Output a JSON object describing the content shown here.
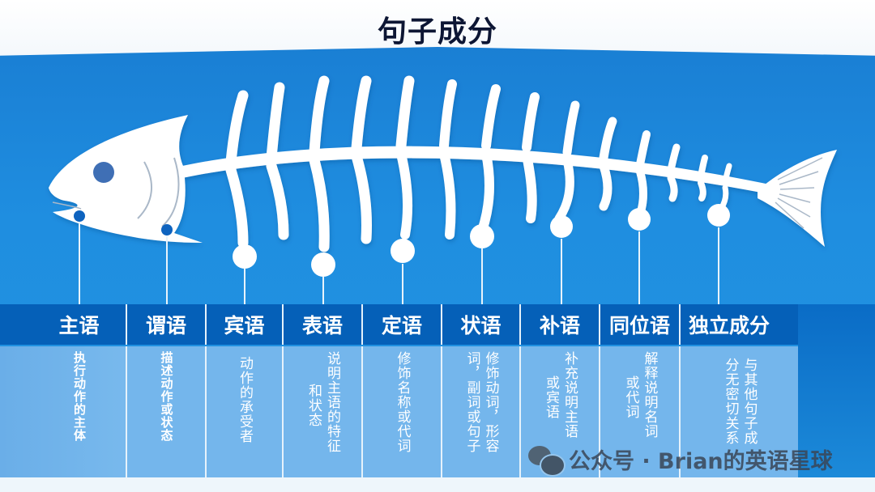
{
  "title": "句子成分",
  "colors": {
    "title": "#0d1634",
    "background_blue": "#1f8ee0",
    "header_blue": "#0560b8",
    "body_blue": "#74b6ec",
    "bone_white": "#ffffff",
    "eye": "#3f6fb5",
    "head_dot": "#0e63bf"
  },
  "components": [
    {
      "label": "主语",
      "lines": [
        "执行动作的主体"
      ],
      "bold": true
    },
    {
      "label": "谓语",
      "lines": [
        "描述动作或状态"
      ],
      "bold": true
    },
    {
      "label": "宾语",
      "lines": [
        "动作的承受者"
      ],
      "bold": false
    },
    {
      "label": "表语",
      "lines": [
        "说明主语的特征",
        "和状态"
      ],
      "bold": false
    },
    {
      "label": "定语",
      "lines": [
        "修饰名称或代词"
      ],
      "bold": false
    },
    {
      "label": "状语",
      "lines": [
        "修饰动词，形容",
        "词，副词或句子"
      ],
      "bold": false
    },
    {
      "label": "补语",
      "lines": [
        "补充说明主语",
        "或宾语"
      ],
      "bold": false
    },
    {
      "label": "同位语",
      "lines": [
        "解释说明名词",
        "或代词"
      ],
      "bold": false
    },
    {
      "label": "独立成分",
      "lines": [
        "与其他句子成",
        "分无密切关系"
      ],
      "bold": false
    }
  ],
  "watermark": {
    "icon": "wechat-icon",
    "text": "公众号 · Brian的英语星球"
  }
}
